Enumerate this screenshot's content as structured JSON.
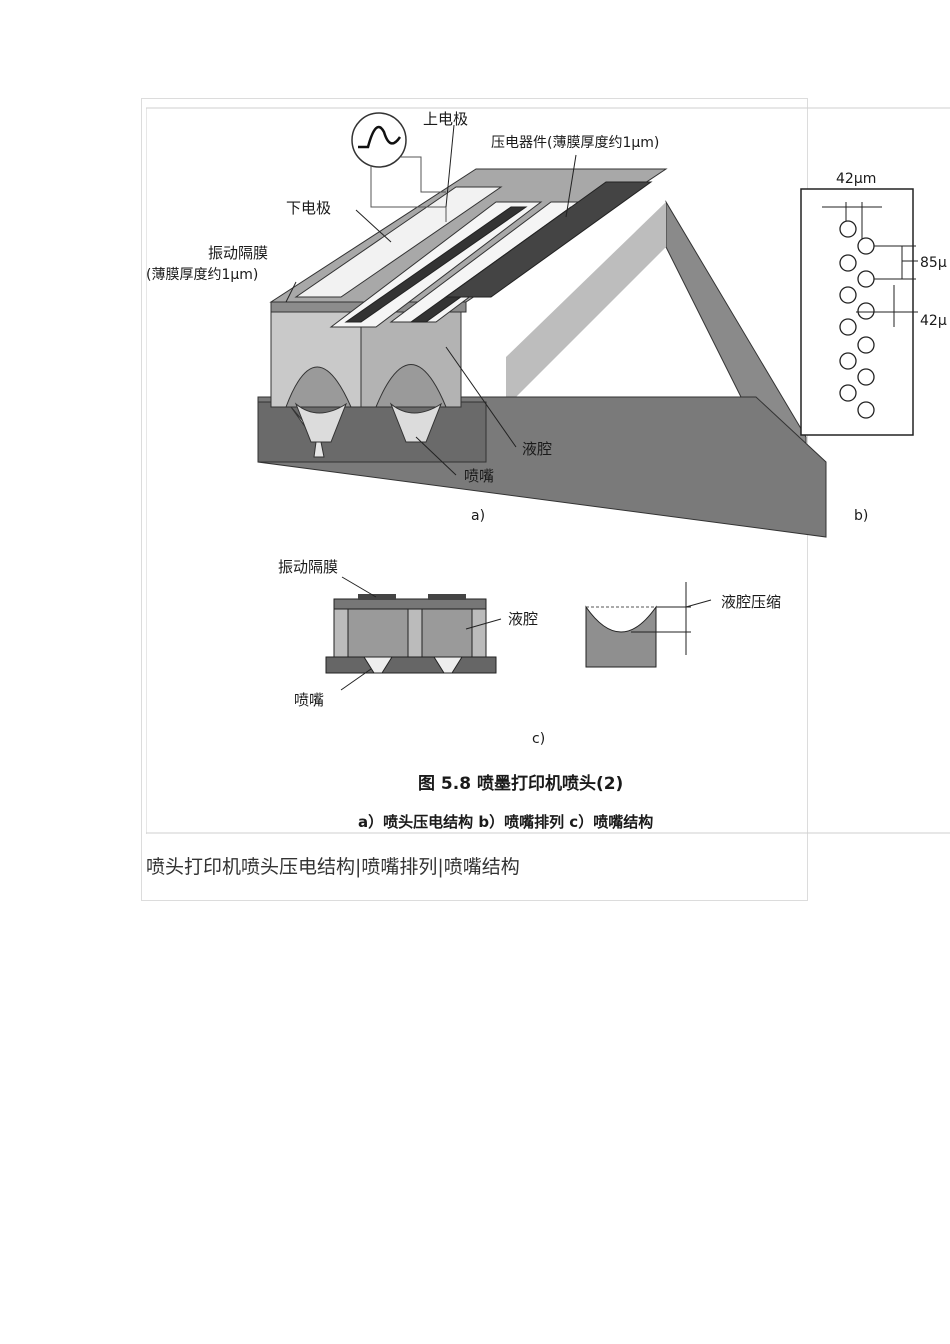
{
  "figure": {
    "a": {
      "label_top_electrode": "上电极",
      "label_piezo": "压电器件(薄膜厚度约1μm)",
      "label_bottom_electrode": "下电极",
      "label_diaphragm_1": "振动隔膜",
      "label_diaphragm_2": "(薄膜厚度约1μm)",
      "label_chamber": "液腔",
      "label_nozzle": "喷嘴",
      "sub": "a)"
    },
    "b": {
      "label_width": "42μm",
      "label_pitch": "85μ",
      "label_offset": "42μ",
      "sub": "b)"
    },
    "c": {
      "label_diaphragm": "振动隔膜",
      "label_chamber": "液腔",
      "label_nozzle": "喷嘴",
      "label_compress": "液腔压缩",
      "sub": "c)"
    },
    "title": "图 5.8   喷墨打印机喷头(2)",
    "subtitle": "a）喷头压电结构   b）喷嘴排列   c）喷嘴结构"
  },
  "caption": "喷头打印机喷头压电结构|喷嘴排列|喷嘴结构"
}
